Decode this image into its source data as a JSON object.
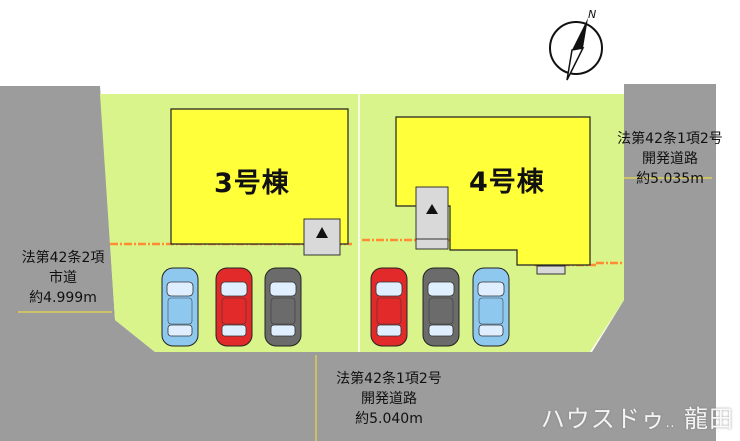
{
  "buildings": [
    {
      "id": "b3",
      "label": "3号棟"
    },
    {
      "id": "b4",
      "label": "4号棟"
    }
  ],
  "roads": {
    "left": {
      "line1": "法第42条2項",
      "line2": "市道",
      "line3": "約4.999m"
    },
    "right": {
      "line1": "法第42条1項2号",
      "line2": "開発道路",
      "line3": "約5.035m"
    },
    "bottom": {
      "line1": "法第42条1項2号",
      "line2": "開発道路",
      "line3": "約5.040m"
    }
  },
  "compass": {
    "label": "N"
  },
  "watermark": {
    "text": "ハウスドゥ",
    "dots": "..",
    "suffix": "龍田"
  },
  "colors": {
    "lot": "#d9f48a",
    "building": "#ffff3a",
    "road": "#9c9c9c",
    "boundary": "#ff8c33",
    "car_blue": "#8ec8ee",
    "car_red": "#e32a2a",
    "car_gray": "#6b6b6b"
  }
}
